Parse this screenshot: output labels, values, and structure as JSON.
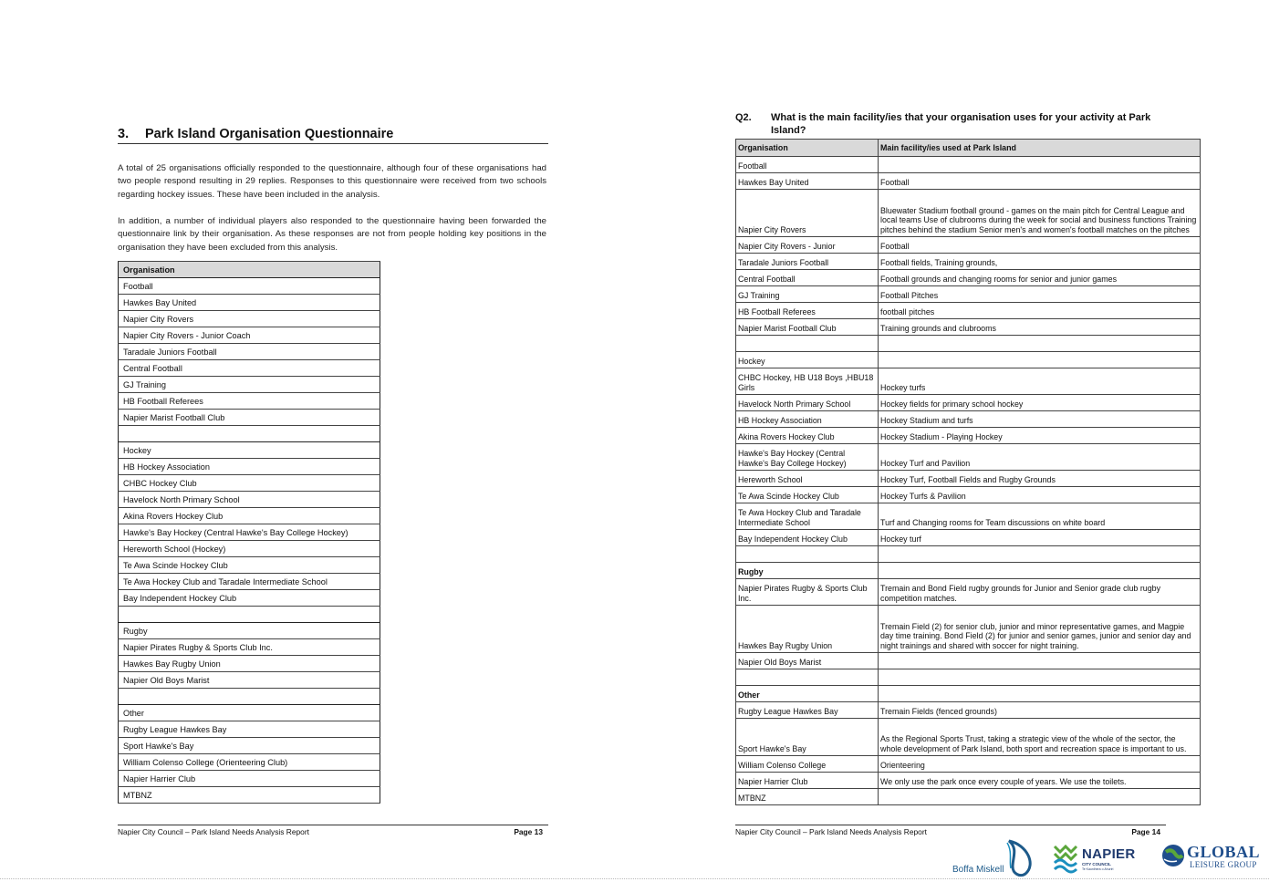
{
  "left_page": {
    "section_number": "3.",
    "section_title": "Park Island Organisation Questionnaire",
    "paragraph_1": "A total of 25 organisations officially responded to the questionnaire, although four of these organisations had two people respond resulting in 29 replies. Responses to this questionnaire were received from two schools regarding hockey issues. These have been included in the analysis.",
    "paragraph_2": "In addition, a number of individual players also responded to the questionnaire having been forwarded the questionnaire link by their organisation.  As these responses are not from people holding key positions in the organisation they have been excluded from this analysis.",
    "table_header": "Organisation",
    "rows": [
      "Football",
      "Hawkes Bay United",
      "Napier City Rovers",
      "Napier City Rovers - Junior Coach",
      "Taradale Juniors Football",
      "Central Football",
      "GJ Training",
      "HB Football Referees",
      "Napier Marist Football Club",
      "",
      "Hockey",
      "HB Hockey Association",
      "CHBC Hockey Club",
      "Havelock North Primary School",
      "Akina Rovers Hockey Club",
      "Hawke's Bay Hockey (Central Hawke's Bay College Hockey)",
      "Hereworth School (Hockey)",
      "Te Awa Scinde Hockey Club",
      "Te Awa Hockey Club and Taradale Intermediate School",
      "Bay Independent Hockey Club",
      "",
      "Rugby",
      "Napier Pirates Rugby & Sports Club Inc.",
      "Hawkes Bay Rugby Union",
      "Napier Old Boys Marist",
      "",
      "Other",
      "Rugby League Hawkes Bay",
      "Sport Hawke's Bay",
      "William Colenso College (Orienteering Club)",
      "Napier Harrier Club",
      "MTBNZ"
    ],
    "footer_text": "Napier City Council – Park Island Needs Analysis Report",
    "footer_page_label": "Page",
    "footer_page_number": "13"
  },
  "right_page": {
    "question_number": "Q2.",
    "question_text": "What is the main facility/ies that your organisation uses for your activity at Park Island?",
    "table_headers": [
      "Organisation",
      "Main facility/ies used at Park Island"
    ],
    "rows": [
      {
        "org": "Football",
        "facility": "",
        "cat": true
      },
      {
        "org": "Hawkes Bay United",
        "facility": "Football"
      },
      {
        "org": "Napier City Rovers",
        "facility": "Bluewater Stadium football ground - games on the main pitch for Central League and local teams  Use of clubrooms during the week for social and business functions  Training pitches behind the stadium  Senior men's and women's football matches on the pitches"
      },
      {
        "org": "Napier City Rovers - Junior",
        "facility": "Football"
      },
      {
        "org": "Taradale Juniors Football",
        "facility": "Football fields, Training grounds,"
      },
      {
        "org": "Central Football",
        "facility": "Football grounds and changing rooms for senior and junior games"
      },
      {
        "org": "GJ Training",
        "facility": "Football Pitches"
      },
      {
        "org": "HB Football Referees",
        "facility": "football pitches"
      },
      {
        "org": "Napier Marist Football Club",
        "facility": "Training grounds and clubrooms"
      },
      {
        "org": "",
        "facility": ""
      },
      {
        "org": "Hockey",
        "facility": "",
        "cat": true
      },
      {
        "org": "CHBC Hockey, HB U18 Boys ,HBU18 Girls",
        "facility": "Hockey turfs"
      },
      {
        "org": "Havelock North Primary School",
        "facility": "Hockey fields for primary school hockey"
      },
      {
        "org": "HB Hockey Association",
        "facility": "Hockey Stadium and turfs"
      },
      {
        "org": "Akina Rovers Hockey Club",
        "facility": "Hockey Stadium - Playing Hockey"
      },
      {
        "org": "Hawke's Bay Hockey (Central Hawke's Bay College Hockey)",
        "facility": "Hockey Turf and Pavilion"
      },
      {
        "org": "Hereworth School",
        "facility": "Hockey Turf, Football Fields and Rugby Grounds"
      },
      {
        "org": "Te Awa Scinde Hockey Club",
        "facility": "Hockey Turfs & Pavilion"
      },
      {
        "org": "Te Awa Hockey Club and Taradale Intermediate School",
        "facility": "Turf and Changing rooms for Team discussions on white board"
      },
      {
        "org": "Bay Independent Hockey Club",
        "facility": "Hockey turf"
      },
      {
        "org": "",
        "facility": ""
      },
      {
        "org": "Rugby",
        "facility": "",
        "cat": true,
        "bold": true
      },
      {
        "org": "Napier Pirates Rugby & Sports Club Inc.",
        "facility": "Tremain and Bond Field rugby grounds for Junior and Senior grade club rugby competition matches."
      },
      {
        "org": "Hawkes Bay Rugby Union",
        "facility": "Tremain Field (2) for senior club, junior and minor representative games, and Magpie day time training.  Bond Field (2) for junior and senior games, junior and senior day and night trainings and shared with soccer for night training."
      },
      {
        "org": "Napier Old Boys Marist",
        "facility": ""
      },
      {
        "org": "",
        "facility": ""
      },
      {
        "org": "Other",
        "facility": "",
        "cat": true,
        "bold": true
      },
      {
        "org": "Rugby League Hawkes Bay",
        "facility": "Tremain Fields (fenced grounds)"
      },
      {
        "org": "Sport Hawke's Bay",
        "facility": "As the Regional Sports Trust, taking a strategic view of the whole of the sector, the whole development of Park Island, both sport and recreation space is important to us."
      },
      {
        "org": "William Colenso College",
        "facility": "Orienteering"
      },
      {
        "org": "Napier Harrier Club",
        "facility": "We only use the park once every couple of years.  We use the toilets."
      },
      {
        "org": "MTBNZ",
        "facility": ""
      }
    ],
    "footer_text": "Napier City Council – Park Island Needs Analysis Report",
    "footer_page_label": "Page",
    "footer_page_number": "14"
  },
  "logos": {
    "boffa_text": "Boffa Miskell",
    "napier_name": "NAPIER",
    "napier_sub": "CITY COUNCIL",
    "napier_sub2": "Te Kaunihera o Ahuriri",
    "global_line1": "GLOBAL",
    "global_line2": "LEISURE GROUP",
    "colors": {
      "boffa": "#1d5a8a",
      "napier": "#1f3a6e",
      "global": "#1f4e8c",
      "napier_green": "#5aa63b",
      "napier_teal": "#1b8fbf"
    }
  }
}
